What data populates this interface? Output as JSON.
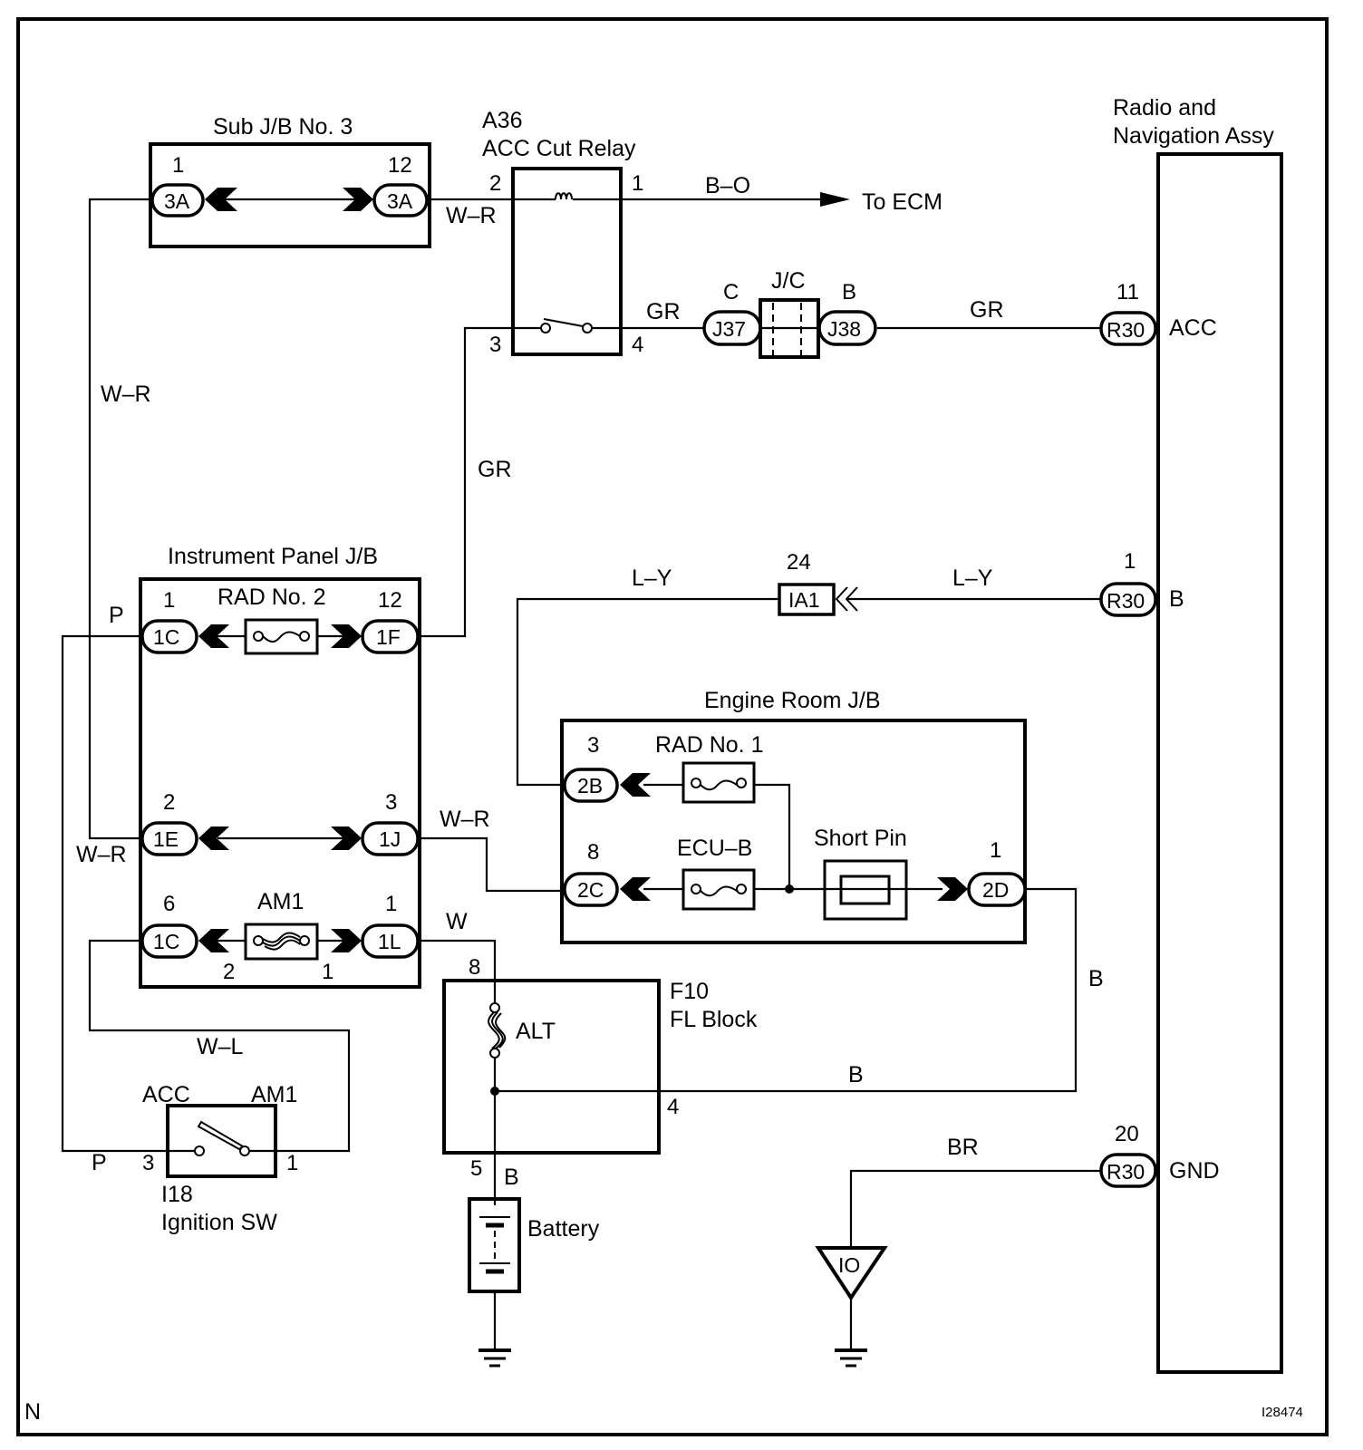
{
  "diagram": {
    "id_code": "I28474",
    "corner_mark": "N",
    "colors": {
      "ink": "#000000",
      "paper": "#ffffff"
    }
  },
  "components": {
    "sub_jb3": {
      "title": "Sub J/B No. 3",
      "left": {
        "pin": "1",
        "conn": "3A"
      },
      "right": {
        "pin": "12",
        "conn": "3A"
      }
    },
    "relay": {
      "code": "A36",
      "name": "ACC Cut Relay",
      "pins": {
        "p1": "1",
        "p2": "2",
        "p3": "3",
        "p4": "4"
      }
    },
    "to_ecm": "To ECM",
    "jc": {
      "title": "J/C",
      "left": {
        "pin": "C",
        "conn": "J37"
      },
      "right": {
        "pin": "B",
        "conn": "J38"
      }
    },
    "radio": {
      "name_line1": "Radio and",
      "name_line2": "Navigation Assy",
      "terminals": [
        {
          "pin": "11",
          "conn": "R30",
          "name": "ACC"
        },
        {
          "pin": "1",
          "conn": "R30",
          "name": "B"
        },
        {
          "pin": "20",
          "conn": "R30",
          "name": "GND"
        }
      ]
    },
    "ia1": {
      "pin": "24",
      "conn": "IA1"
    },
    "ip_jb": {
      "title": "Instrument Panel J/B",
      "rows": [
        {
          "left_pin": "1",
          "left_conn": "1C",
          "fuse": "RAD No. 2",
          "right_pin": "12",
          "right_conn": "1F"
        },
        {
          "left_pin": "2",
          "left_conn": "1E",
          "fuse": "",
          "right_pin": "3",
          "right_conn": "1J"
        },
        {
          "left_pin": "6",
          "left_conn": "1C",
          "fuse": "AM1",
          "right_pin": "1",
          "right_conn": "1L",
          "fuse_pin_left": "2",
          "fuse_pin_right": "1"
        }
      ]
    },
    "er_jb": {
      "title": "Engine Room J/B",
      "rows": [
        {
          "pin": "3",
          "conn": "2B",
          "fuse": "RAD No. 1"
        },
        {
          "pin": "8",
          "conn": "2C",
          "fuse": "ECU–B"
        }
      ],
      "short_pin": "Short Pin",
      "out": {
        "pin": "1",
        "conn": "2D"
      }
    },
    "fl_block": {
      "code": "F10",
      "name": "FL Block",
      "fuse": "ALT",
      "pins": {
        "in": "8",
        "out_b": "4",
        "bat": "5"
      }
    },
    "battery": {
      "name": "Battery"
    },
    "ground_point": {
      "code": "IO"
    },
    "ign_sw": {
      "code": "I18",
      "name": "Ignition SW",
      "acc": "ACC",
      "am1": "AM1",
      "pin_acc": "3",
      "pin_am1": "1"
    }
  },
  "wires": {
    "w_r_top": "W–R",
    "b_o": "B–O",
    "gr_relay": "GR",
    "gr_radio": "GR",
    "w_r_left": "W–R",
    "gr_vertical": "GR",
    "l_y_left": "L–Y",
    "l_y_right": "L–Y",
    "p_top": "P",
    "w_r_1e": "W–R",
    "w_r_1j": "W–R",
    "w_1l": "W",
    "w_l": "W–L",
    "p_bottom": "P",
    "b_vertical": "B",
    "b_horizontal": "B",
    "b_battery": "B",
    "br_ground": "BR"
  }
}
